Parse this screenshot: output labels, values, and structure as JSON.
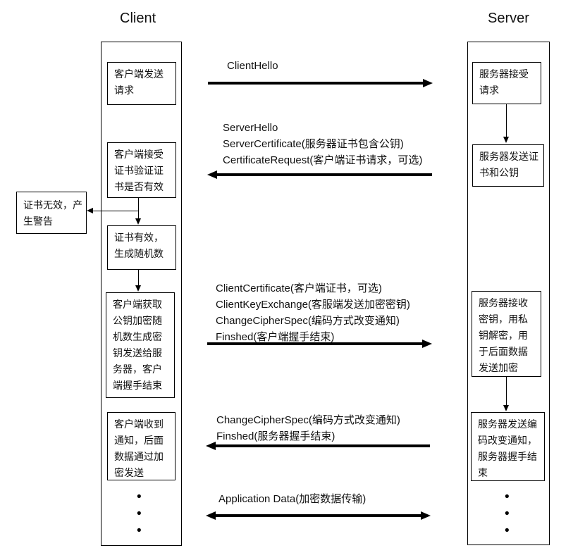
{
  "titles": {
    "client": "Client",
    "server": "Server"
  },
  "client_boxes": [
    "客户端发送请求",
    "客户端接受证书验证证书是否有效",
    "证书有效，生成随机数",
    "客户端获取公钥加密随机数生成密钥发送给服务器，客户端握手结束",
    "客户端收到通知，后面数据通过加密发送"
  ],
  "server_boxes": [
    "服务器接受请求",
    "服务器发送证书和公钥",
    "服务器接收密钥，用私钥解密，用于后面数据发送加密",
    "服务器发送编码改变通知，服务器握手结束"
  ],
  "warning_box": "证书无效，产生警告",
  "messages": [
    {
      "direction": "right",
      "lines": [
        "ClientHello"
      ]
    },
    {
      "direction": "left",
      "lines": [
        "ServerHello",
        "ServerCertificate(服务器证书包含公钥)",
        "CertificateRequest(客户端证书请求，可选)"
      ]
    },
    {
      "direction": "right",
      "lines": [
        "ClientCertificate(客户端证书，可选)",
        "ClientKeyExchange(客服端发送加密密钥)",
        "ChangeCipherSpec(编码方式改变通知)",
        "Finshed(客户端握手结束)"
      ]
    },
    {
      "direction": "left",
      "lines": [
        "ChangeCipherSpec(编码方式改变通知)",
        "Finshed(服务器握手结束)"
      ]
    },
    {
      "direction": "both",
      "lines": [
        "Application Data(加密数据传输)"
      ]
    }
  ],
  "icons": {
    "ellipsis_dot": "•"
  },
  "colors": {
    "line": "#000000",
    "background": "#ffffff",
    "text": "#111111"
  }
}
